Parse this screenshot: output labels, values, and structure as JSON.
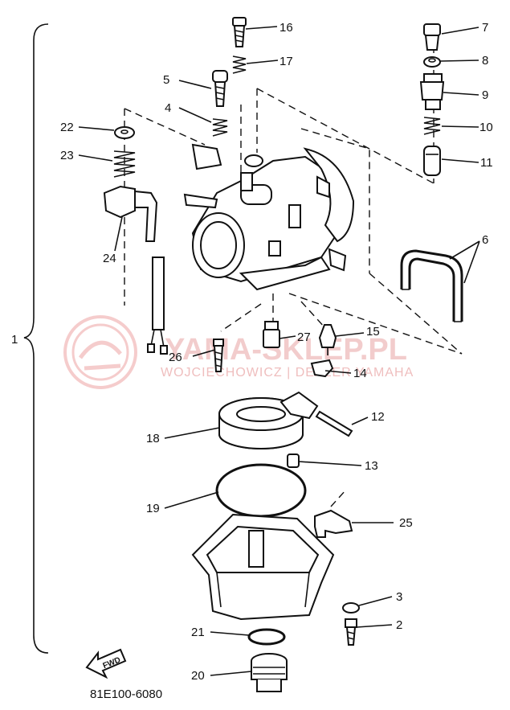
{
  "assembly_label": "1",
  "part_code": "81E100-6080",
  "direction_badge": "FWD",
  "watermark": {
    "brand": "YAMA-SKLEP.PL",
    "sub": "WOJCIECHOWICZ | DEALER YAMAHA"
  },
  "callouts": [
    {
      "id": "c2",
      "text": "2"
    },
    {
      "id": "c3",
      "text": "3"
    },
    {
      "id": "c4",
      "text": "4"
    },
    {
      "id": "c5",
      "text": "5"
    },
    {
      "id": "c6",
      "text": "6"
    },
    {
      "id": "c7",
      "text": "7"
    },
    {
      "id": "c8",
      "text": "8"
    },
    {
      "id": "c9",
      "text": "9"
    },
    {
      "id": "c10",
      "text": "10"
    },
    {
      "id": "c11",
      "text": "11"
    },
    {
      "id": "c12",
      "text": "12"
    },
    {
      "id": "c13",
      "text": "13"
    },
    {
      "id": "c14",
      "text": "14"
    },
    {
      "id": "c15",
      "text": "15"
    },
    {
      "id": "c16",
      "text": "16"
    },
    {
      "id": "c17",
      "text": "17"
    },
    {
      "id": "c18",
      "text": "18"
    },
    {
      "id": "c19",
      "text": "19"
    },
    {
      "id": "c20",
      "text": "20"
    },
    {
      "id": "c21",
      "text": "21"
    },
    {
      "id": "c22",
      "text": "22"
    },
    {
      "id": "c23",
      "text": "23"
    },
    {
      "id": "c24",
      "text": "24"
    },
    {
      "id": "c25",
      "text": "25"
    },
    {
      "id": "c26",
      "text": "26"
    },
    {
      "id": "c27",
      "text": "27"
    }
  ]
}
